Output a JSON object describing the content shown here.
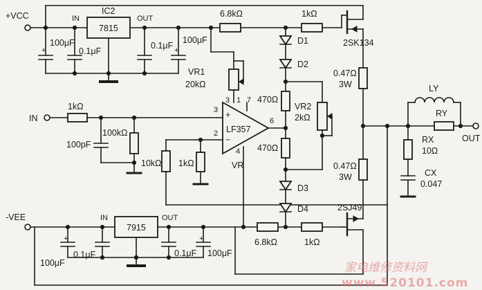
{
  "supply": {
    "vcc": "+VCC",
    "vee": "-VEE"
  },
  "terminals": {
    "input": "IN",
    "output": "OUT"
  },
  "regulators": {
    "pos": {
      "ref": "IC2",
      "part": "7815",
      "in": "IN",
      "out": "OUT"
    },
    "neg": {
      "part": "7915",
      "in": "IN",
      "out": "OUT"
    }
  },
  "caps": {
    "c_vcc_in": "100μF",
    "c_vcc_in2": "0.1μF",
    "c_vcc_out": "0.1μF",
    "c_vcc_out2": "100μF",
    "c_vee_in": "100μF",
    "c_vee_in2": "0.1μF",
    "c_vee_out": "0.1μF",
    "c_vee_out2": "100μF",
    "c_in": "100pF",
    "cx": "CX",
    "cx_val": "0.047"
  },
  "resistors": {
    "r_top": "6.8kΩ",
    "r_gate_top": "1kΩ",
    "r_in": "1kΩ",
    "r_bias": "100kΩ",
    "r_fb": "10kΩ",
    "r_gnd": "1kΩ",
    "r_bot": "6.8kΩ",
    "r_gate_bot": "1kΩ",
    "r_470a": "470Ω",
    "r_470b": "470Ω",
    "r_s1": "0.47Ω",
    "r_s1w": "3W",
    "r_s2": "0.47Ω",
    "r_s2w": "3W",
    "rx": "RX",
    "rx_val": "10Ω",
    "ry": "RY"
  },
  "pots": {
    "vr1": "VR1",
    "vr1_val": "20kΩ",
    "vr2": "VR2",
    "vr2_val": "2kΩ",
    "vr": "VR"
  },
  "opamp": {
    "part": "LF357",
    "p1": "1",
    "p2": "2",
    "p3": "3",
    "p4": "4",
    "p6": "6",
    "p7": "7"
  },
  "diodes": [
    "D1",
    "D2",
    "D3",
    "D4"
  ],
  "transistors": {
    "q_top": "2SK134",
    "q_bot": "2SJ49"
  },
  "inductor": "LY",
  "watermark": {
    "cn": "家电维修资料网",
    "url": "www.520101.com"
  }
}
